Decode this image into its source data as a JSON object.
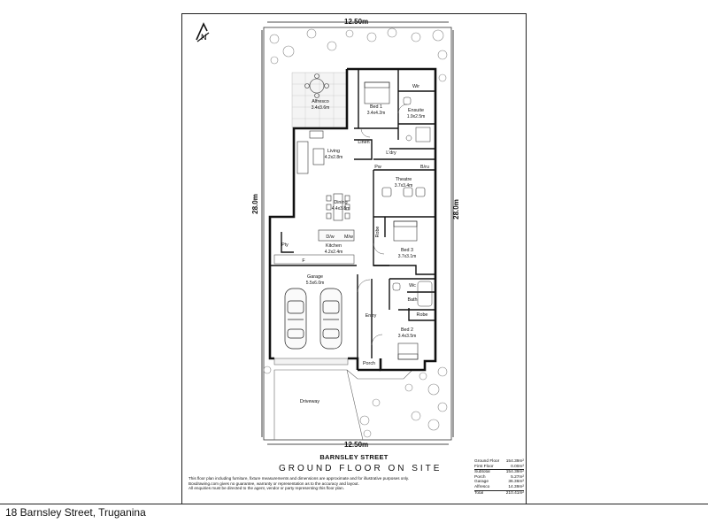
{
  "plan": {
    "top_dimension": "12.50m",
    "bottom_dimension": "12.50m",
    "left_dimension": "28.0m",
    "right_dimension": "28.0m",
    "street": "BARNSLEY STREET",
    "floor_title": "GROUND FLOOR ON SITE",
    "compass": "N",
    "rooms": {
      "alfresco": {
        "name": "Alfresco",
        "size": "3.4x3.6m"
      },
      "bed1": {
        "name": "Bed 1",
        "size": "3.4x4.2m"
      },
      "wir": {
        "name": "Wir"
      },
      "ensuite": {
        "name": "Ensuite",
        "size": "1.9x2.5m"
      },
      "living": {
        "name": "Living",
        "size": "4.2x2.8m"
      },
      "linen": {
        "name": "Linen"
      },
      "ldry": {
        "name": "L'dry"
      },
      "pw": {
        "name": "Pw"
      },
      "bru": {
        "name": "B/ru"
      },
      "theatre": {
        "name": "Theatre",
        "size": "3.7x3.4m"
      },
      "dining": {
        "name": "Dining",
        "size": "4.4x3.8m"
      },
      "robe1": {
        "name": "Robe"
      },
      "bed3": {
        "name": "Bed 3",
        "size": "3.7x3.1m"
      },
      "kitchen": {
        "name": "Kitchen",
        "size": "4.2x2.4m"
      },
      "pty": {
        "name": "Pty"
      },
      "dw": {
        "name": "D/w"
      },
      "mw": {
        "name": "M/w"
      },
      "fridge": {
        "name": "F"
      },
      "garage": {
        "name": "Garage",
        "size": "5.5x6.0m"
      },
      "wc": {
        "name": "Wc"
      },
      "bath": {
        "name": "Bath"
      },
      "robe2": {
        "name": "Robe"
      },
      "entry": {
        "name": "Entry"
      },
      "bed2": {
        "name": "Bed 2",
        "size": "3.4x3.5m"
      },
      "porch": {
        "name": "Porch"
      },
      "driveway": {
        "name": "Driveway"
      }
    }
  },
  "disclaimer": [
    "This floor plan including furniture, fixture measurements and dimensions are approximate and for illustrative purposes only.",
    "Boxdrawing.com gives no guarantee, warranty or representation as to the accuracy and layout.",
    "All enquiries must be directed to the agent, vendor or party representing this floor plan."
  ],
  "areas": [
    {
      "label": "Ground Floor",
      "value": "154.39m²"
    },
    {
      "label": "First Floor",
      "value": "0.00m²"
    },
    {
      "label": "Subtotal",
      "value": "154.39m²"
    },
    {
      "label": "Porch",
      "value": "5.27m²"
    },
    {
      "label": "Garage",
      "value": "36.36m²"
    },
    {
      "label": "Alfresco",
      "value": "14.39m²"
    },
    {
      "label": "Total",
      "value": "210.41m²"
    }
  ],
  "address": "18 Barnsley Street, Truganina"
}
